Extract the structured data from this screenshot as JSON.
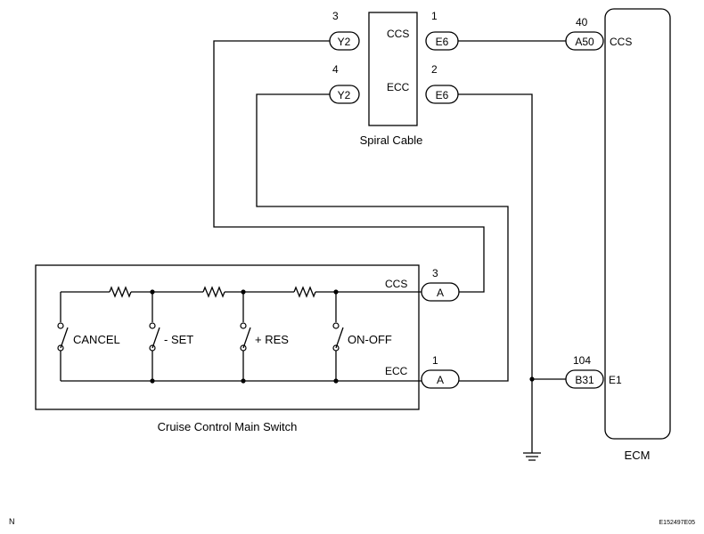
{
  "spiral_cable": {
    "label": "Spiral Cable",
    "pin_ccs": "CCS",
    "pin_ecc": "ECC",
    "left_ccs": {
      "code": "Y2",
      "num": "3"
    },
    "left_ecc": {
      "code": "Y2",
      "num": "4"
    },
    "right_ccs": {
      "code": "E6",
      "num": "1"
    },
    "right_ecc": {
      "code": "E6",
      "num": "2"
    }
  },
  "ecm": {
    "label": "ECM",
    "pin_ccs": {
      "conn": "A50",
      "num": "40",
      "name": "CCS"
    },
    "pin_e1": {
      "conn": "B31",
      "num": "104",
      "name": "E1"
    }
  },
  "main_switch": {
    "label": "Cruise Control Main Switch",
    "pin_ccs": {
      "conn": "A",
      "num": "3",
      "name": "CCS"
    },
    "pin_ecc": {
      "conn": "A",
      "num": "1",
      "name": "ECC"
    },
    "switches": [
      "CANCEL",
      "- SET",
      "+ RES",
      "ON-OFF"
    ]
  },
  "corner_left": "N",
  "corner_right": "E152497E05"
}
